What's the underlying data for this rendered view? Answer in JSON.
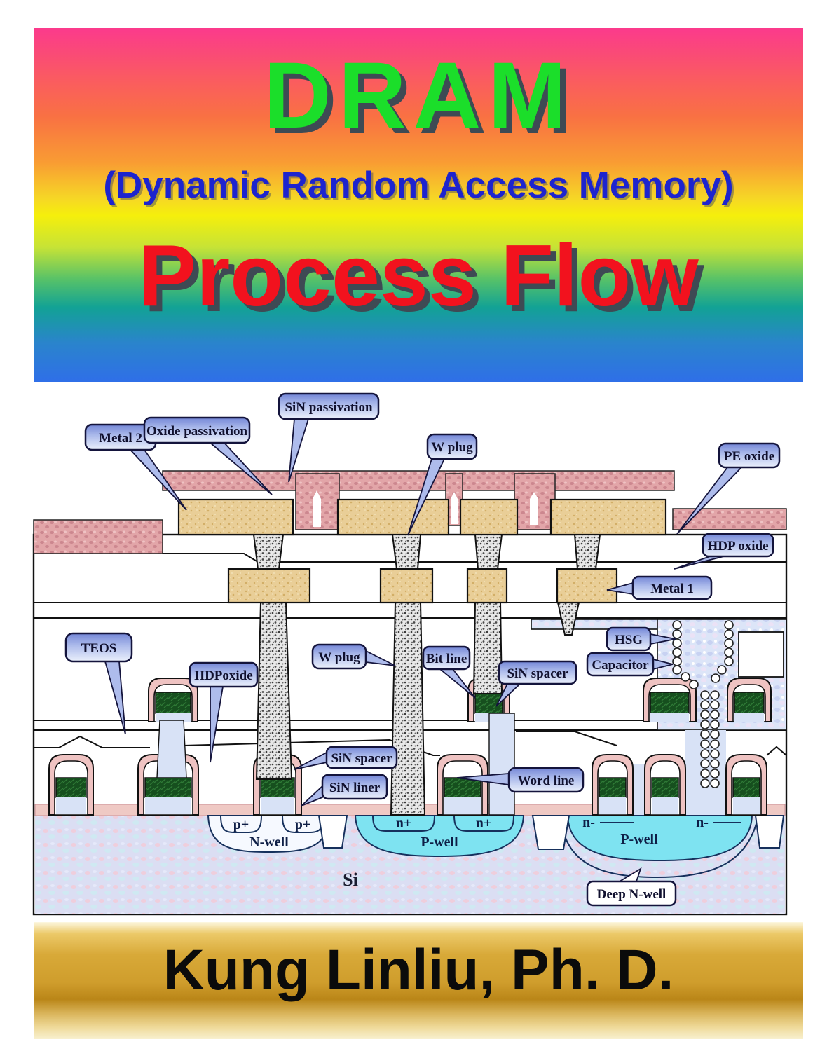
{
  "cover": {
    "title": "DRAM",
    "subtitle": "(Dynamic Random Access Memory)",
    "title2": "Process Flow",
    "author": "Kung Linliu, Ph. D."
  },
  "diagram": {
    "callouts": {
      "metal2": "Metal 2",
      "oxide_passivation": "Oxide passivation",
      "sin_passivation": "SiN passivation",
      "w_plug_top": "W plug",
      "pe_oxide": "PE oxide",
      "hdp_oxide": "HDP oxide",
      "metal1": "Metal 1",
      "teos": "TEOS",
      "hdp_oxide2": "HDPoxide",
      "w_plug_mid": "W plug",
      "bit_line": "Bit line",
      "sin_spacer_top": "SiN spacer",
      "hsg": "HSG",
      "capacitor": "Capacitor",
      "sin_spacer": "SiN spacer",
      "sin_liner": "SiN liner",
      "word_line": "Word line",
      "deep_n_well": "Deep N-well"
    },
    "regions": {
      "p_plus_1": "p+",
      "p_plus_2": "p+",
      "n_well": "N-well",
      "n_plus_1": "n+",
      "n_plus_2": "n+",
      "p_well_1": "P-well",
      "n_minus_1": "n-",
      "n_minus_2": "n-",
      "p_well_2": "P-well",
      "si": "Si"
    }
  },
  "colors": {
    "title_green": "#1BDE2A",
    "subtitle_blue": "#1D24CE",
    "title2_red": "#F2121E",
    "gold_band": "#D8A938",
    "callout_fill": "#AEBCEC",
    "metal_beige": "#E9CE97",
    "passivation_pink": "#E2A5A8",
    "oxide_blue": "#DCE5F8",
    "well_cyan": "#7EE3F1",
    "gate_green": "#164F1E"
  }
}
